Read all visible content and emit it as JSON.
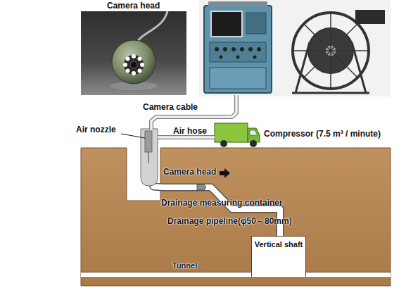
{
  "diagram": {
    "nodes": [
      {
        "text": [
          "Vertical shaft"
        ]
      },
      {
        "text": [
          "Tunnel"
        ]
      }
    ],
    "labels": [
      "Camera head",
      "Camera cable",
      "Air nozzle",
      "Air hose",
      "Compressor (7.5 m³ / minute)",
      "Camera head",
      "Drainage measuring container",
      "Drainage pipeline(φ50～80mm)"
    ]
  }
}
